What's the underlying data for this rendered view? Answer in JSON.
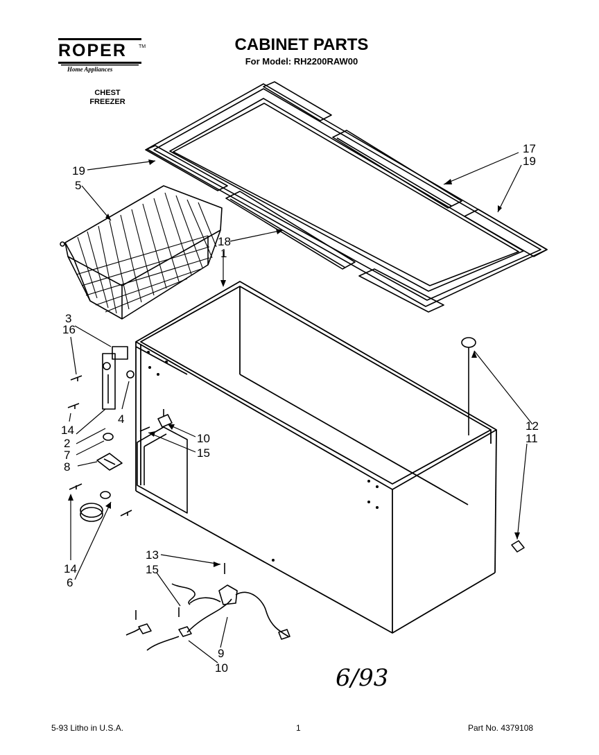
{
  "header": {
    "brand": "ROPER",
    "brand_tm": "TM",
    "brand_sub": "Home Appliances",
    "product_type": [
      "CHEST",
      "FREEZER"
    ],
    "title": "CABINET PARTS",
    "subtitle": "For Model: RH2200RAW00"
  },
  "callouts": {
    "c1": "1",
    "c2": "2",
    "c3": "3",
    "c4": "4",
    "c5": "5",
    "c6": "6",
    "c7": "7",
    "c8": "8",
    "c9": "9",
    "c10a": "10",
    "c10b": "10",
    "c11": "11",
    "c12": "12",
    "c13": "13",
    "c14a": "14",
    "c14b": "14",
    "c15a": "15",
    "c15b": "15",
    "c16": "16",
    "c17": "17",
    "c18": "18",
    "c19a": "19",
    "c19b": "19"
  },
  "handwritten_note": "6/93",
  "footer": {
    "left": "5-93  Litho in U.S.A.",
    "page": "1",
    "part_no": "Part No. 4379108"
  }
}
